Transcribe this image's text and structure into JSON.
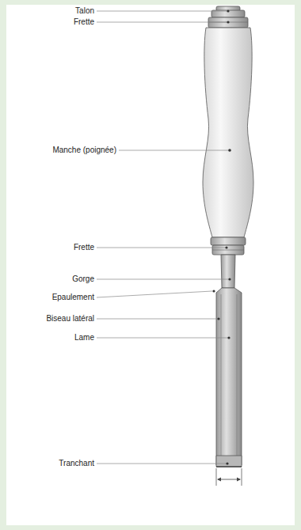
{
  "diagram": {
    "labels": [
      "Talon",
      "Frette",
      "Manche (poignée)",
      "Frette",
      "Gorge",
      "Epaulement",
      "Biseau latéral",
      "Lame",
      "Tranchant"
    ]
  }
}
